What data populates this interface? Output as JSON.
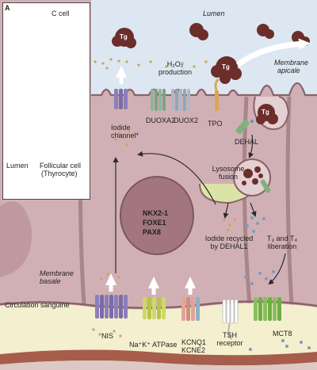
{
  "inset": {
    "panel_label": "A",
    "c_cell_label": "C cell",
    "lumen_label": "Lumen",
    "follicular_cell_label": "Follicular cell",
    "thyrocyte_label": "(Thyrocyte)"
  },
  "regions": {
    "lumen": "Lumen",
    "membrane_apical_1": "Membrane",
    "membrane_apical_2": "apicale",
    "membrane_basale_1": "Membrane",
    "membrane_basale_2": "basale",
    "circulation": "Circulation sanguine"
  },
  "molecules": {
    "tg_labels": [
      "Tg",
      "Tg",
      "Tg"
    ],
    "h2o2_1": "H₂O₂",
    "h2o2_2": "production"
  },
  "apical_proteins": {
    "iodide_channel_1": "Iodide",
    "iodide_channel_2": "channel*",
    "duoxa2": "DUOXA2",
    "duox2": "DUOX2",
    "tpo": "TPO",
    "dehal": "DEHAL"
  },
  "process": {
    "lysosome_1": "Lysosome",
    "lysosome_2": "fusion",
    "iodide_recycled_1": "Iodide recycled",
    "iodide_recycled_2": "by DEHAL1",
    "t3t4_1": "T₃ and T₄",
    "t3t4_2": "liberation"
  },
  "nucleus": {
    "genes": [
      "NKX2-1",
      "FOXE1",
      "PAX8"
    ]
  },
  "basal_proteins": {
    "nis": "NIS",
    "atpase": "Na⁺K⁺ ATPase",
    "kcnq1": "KCNQ1",
    "kcne2": "KCNE2",
    "tsh_1": "TSH",
    "tsh_2": "receptor",
    "mct8": "MCT8"
  },
  "colors": {
    "lumen": "#dde7f1",
    "cell": "#d1b0b5",
    "cell_dark": "#b38d93",
    "nucleus": "#a3767d",
    "blood": "#f4efce",
    "colloid": "#6b2e2a",
    "nis": "#8c7fb8",
    "duox": "#8fb39a",
    "atpase": "#cfd768",
    "kcnq": "#e2a496",
    "kcne": "#8fb0c6",
    "mct8": "#86c05a",
    "tpo": "#d9a657"
  }
}
